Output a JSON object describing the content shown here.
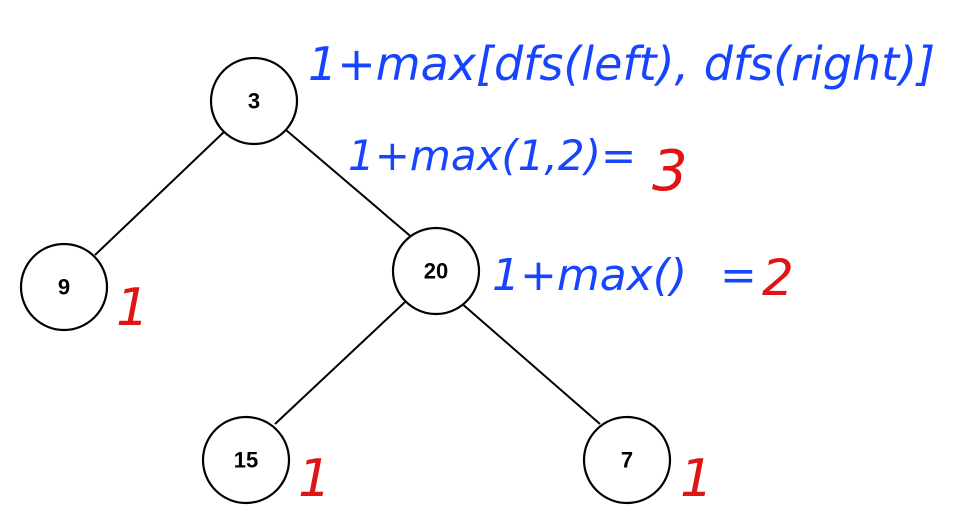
{
  "colors": {
    "node_stroke": "#000000",
    "edge": "#000000",
    "annotation_blue": "#1744ff",
    "annotation_red": "#e01414"
  },
  "tree": {
    "nodes": [
      {
        "id": "n3",
        "label": "3"
      },
      {
        "id": "n9",
        "label": "9"
      },
      {
        "id": "n20",
        "label": "20"
      },
      {
        "id": "n15",
        "label": "15"
      },
      {
        "id": "n7",
        "label": "7"
      }
    ],
    "edges": [
      {
        "from": "n3",
        "to": "n9"
      },
      {
        "from": "n3",
        "to": "n20"
      },
      {
        "from": "n20",
        "to": "n15"
      },
      {
        "from": "n20",
        "to": "n7"
      }
    ]
  },
  "annotations": {
    "root_formula": "1+max[dfs(left), dfs(right)]",
    "root_eval_prefix": "1+max(1,2)=",
    "root_result": "3",
    "node20_formula": "1+max()",
    "node20_eq": "=",
    "node20_result": "2",
    "leaf9_depth": "1",
    "leaf15_depth": "1",
    "leaf7_depth": "1"
  }
}
